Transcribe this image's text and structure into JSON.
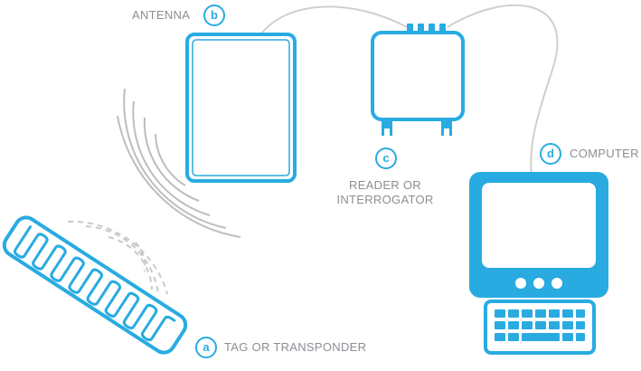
{
  "components": {
    "antenna": {
      "letter": "b",
      "name": "ANTENNA"
    },
    "reader": {
      "letter": "c",
      "name_line1": "READER OR",
      "name_line2": "INTERROGATOR"
    },
    "computer": {
      "letter": "d",
      "name": "COMPUTER"
    },
    "tag": {
      "letter": "a",
      "name": "TAG OR TRANSPONDER"
    }
  },
  "colors": {
    "accent": "#29abe2",
    "wire": "#cfcfcf",
    "wave": "#bdbdbd",
    "label": "#8a8f94"
  },
  "icons": [
    "antenna-icon",
    "reader-icon",
    "computer-monitor-icon",
    "keyboard-icon",
    "tag-icon",
    "radio-wave-icon"
  ]
}
